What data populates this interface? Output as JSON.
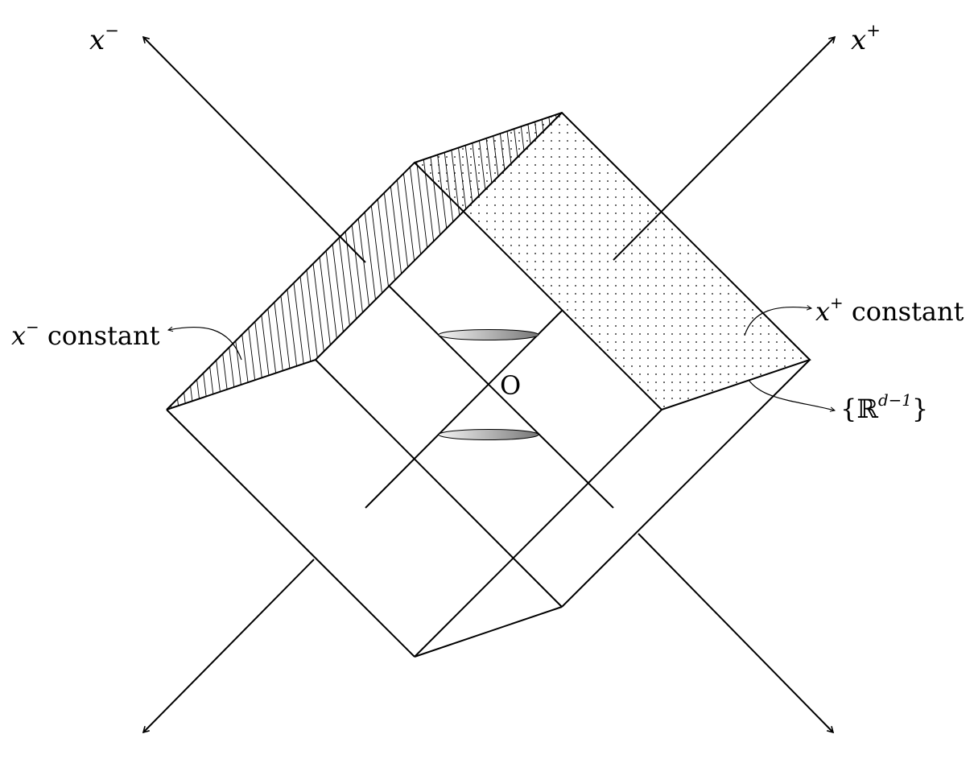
{
  "labels": {
    "x_minus": {
      "base": "x",
      "sup": "−"
    },
    "x_plus": {
      "base": "x",
      "sup": "+"
    },
    "x_minus_constant": {
      "base": "x",
      "sup": "−",
      "text": " constant"
    },
    "x_plus_constant": {
      "base": "x",
      "sup": "+",
      "text": " constant"
    },
    "origin": "O",
    "slice": {
      "open": "{",
      "bb": "ℝ",
      "sup": "d−1",
      "close": "}"
    }
  },
  "styles": {
    "line_color": "#000000",
    "background": "#ffffff",
    "ellipse_dark": "#777777",
    "ellipse_light": "#f4f4f4"
  },
  "regions": {
    "x_minus_constant_face": "hatched",
    "x_plus_constant_face": "dotted",
    "transverse_slices": "shaded-discs"
  }
}
